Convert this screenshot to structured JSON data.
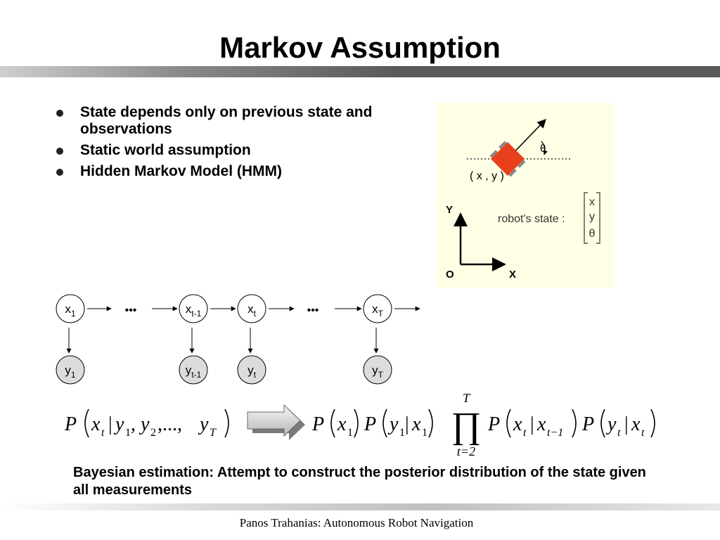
{
  "slide": {
    "title": "Markov Assumption",
    "bullets": [
      "State depends only on previous state and observations",
      "Static world assumption",
      "Hidden Markov Model  (HMM)"
    ],
    "footer": "Panos Trahanias: Autonomous Robot Navigation",
    "bayes_text": "Bayesian estimation: Attempt to construct the posterior distribution of the state given all measurements"
  },
  "robot_diagram": {
    "theta_label": "θ",
    "position_label": "( x , y )",
    "state_label": "robot's state :",
    "state_vector": [
      "x",
      "y",
      "θ"
    ],
    "axis_y": "Y",
    "axis_x": "X",
    "origin": "O",
    "robot_color": "#e8401c",
    "panel_color": "#ffffe6"
  },
  "hmm_chain": {
    "hidden_nodes": [
      {
        "base": "x",
        "sub": "1"
      },
      {
        "base": "x",
        "sub": "t-1"
      },
      {
        "base": "x",
        "sub": "t"
      },
      {
        "base": "x",
        "sub": "T"
      }
    ],
    "observed_nodes": [
      {
        "base": "y",
        "sub": "1"
      },
      {
        "base": "y",
        "sub": "t-1"
      },
      {
        "base": "y",
        "sub": "t"
      },
      {
        "base": "y",
        "sub": "T"
      }
    ],
    "ellipsis": "•••"
  },
  "formula": {
    "lhs": {
      "P": "P",
      "x": "x",
      "x_sub": "t",
      "bar": "|",
      "y1": "y",
      "y1_sub": "1",
      "comma1": ",",
      "y2": "y",
      "y2_sub": "2",
      "dots": ",...,",
      "yT": "y",
      "yT_sub": "T"
    },
    "rhs": {
      "P1": "P",
      "x1": "x",
      "x1_sub": "1",
      "P2": "P",
      "y1": "y",
      "y1_sub": "1",
      "bar1": "|",
      "x1b": "x",
      "x1b_sub": "1",
      "prod": "∏",
      "prod_top": "T",
      "prod_bottom": "t=2",
      "P3": "P",
      "xt": "x",
      "xt_sub": "t",
      "bar2": "|",
      "xt1": "x",
      "xt1_sub": "t−1",
      "P4": "P",
      "yt": "y",
      "yt_sub": "t",
      "bar3": "|",
      "xt2": "x",
      "xt2_sub": "t"
    }
  }
}
